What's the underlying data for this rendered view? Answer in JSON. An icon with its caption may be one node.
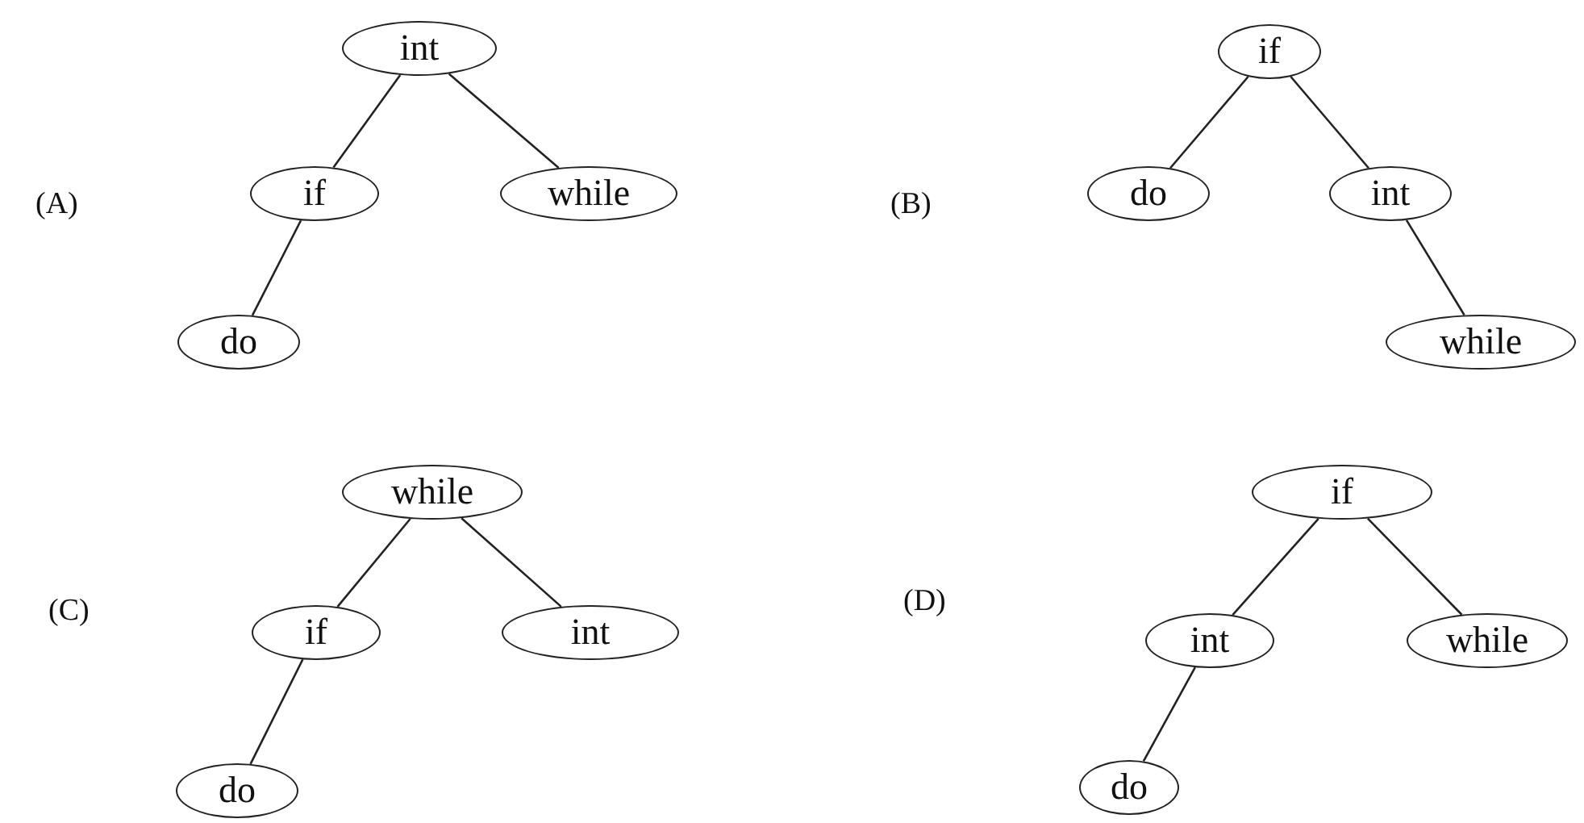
{
  "diagram": {
    "nodes": [
      {
        "text": [
          "int"
        ]
      },
      {
        "text": [
          "if"
        ]
      },
      {
        "text": [
          "while"
        ]
      },
      {
        "text": [
          "do"
        ]
      },
      {
        "text": [
          "if"
        ]
      },
      {
        "text": [
          "do"
        ]
      },
      {
        "text": [
          "int"
        ]
      },
      {
        "text": [
          "while"
        ]
      },
      {
        "text": [
          "while"
        ]
      },
      {
        "text": [
          "if"
        ]
      },
      {
        "text": [
          "int"
        ]
      },
      {
        "text": [
          "do"
        ]
      },
      {
        "text": [
          "if"
        ]
      },
      {
        "text": [
          "int"
        ]
      },
      {
        "text": [
          "while"
        ]
      },
      {
        "text": [
          "do"
        ]
      }
    ],
    "edges": [
      {
        "from": 0,
        "to": 1,
        "arrow": "none"
      },
      {
        "from": 0,
        "to": 2,
        "arrow": "none"
      },
      {
        "from": 1,
        "to": 3,
        "arrow": "none"
      },
      {
        "from": 4,
        "to": 5,
        "arrow": "none"
      },
      {
        "from": 4,
        "to": 6,
        "arrow": "none"
      },
      {
        "from": 6,
        "to": 7,
        "arrow": "none"
      },
      {
        "from": 8,
        "to": 9,
        "arrow": "none"
      },
      {
        "from": 8,
        "to": 10,
        "arrow": "none"
      },
      {
        "from": 9,
        "to": 11,
        "arrow": "none"
      },
      {
        "from": 12,
        "to": 13,
        "arrow": "none"
      },
      {
        "from": 12,
        "to": 14,
        "arrow": "none"
      },
      {
        "from": 13,
        "to": 15,
        "arrow": "none"
      }
    ],
    "labels": [
      "(A)",
      "(B)",
      "(C)",
      "(D)"
    ]
  }
}
